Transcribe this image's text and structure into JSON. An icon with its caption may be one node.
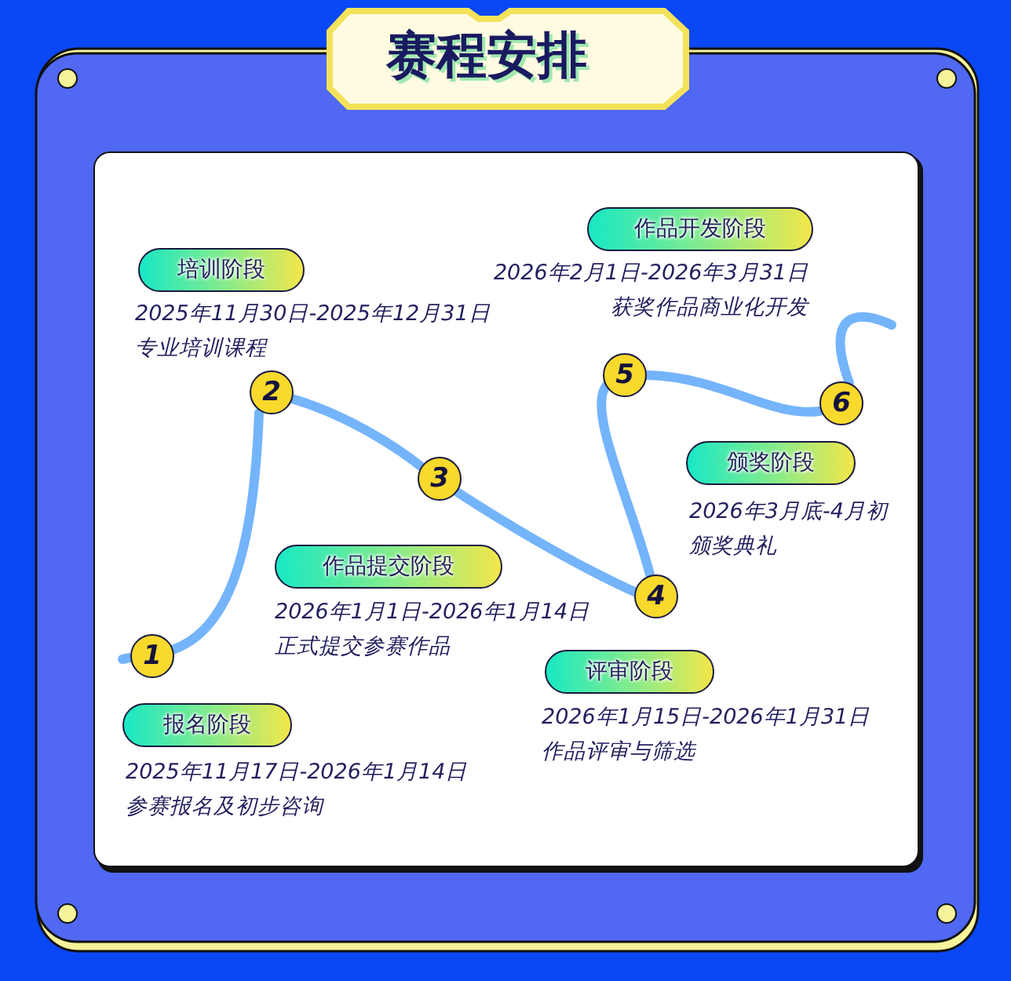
{
  "diagram": {
    "title": "赛程安排",
    "nodes": [
      {
        "text": [
          "1"
        ]
      },
      {
        "text": [
          "2"
        ]
      },
      {
        "text": [
          "3"
        ]
      },
      {
        "text": [
          "4"
        ]
      },
      {
        "text": [
          "5"
        ]
      },
      {
        "text": [
          "6"
        ]
      },
      {
        "text": [
          "报名阶段"
        ],
        "beside": [
          "2025年11月17日-2026年1月14日",
          "参赛报名及初步咨询"
        ]
      },
      {
        "text": [
          "培训阶段"
        ],
        "beside": [
          "2025年11月30日-2025年12月31日",
          "专业培训课程"
        ]
      },
      {
        "text": [
          "作品提交阶段"
        ],
        "beside": [
          "2026年1月1日-2026年1月14日",
          "正式提交参赛作品"
        ]
      },
      {
        "text": [
          "评审阶段"
        ],
        "beside": [
          "2026年1月15日-2026年1月31日",
          "作品评审与筛选"
        ]
      },
      {
        "text": [
          "作品开发阶段"
        ],
        "beside": [
          "2026年2月1日-2026年3月31日",
          "获奖作品商业化开发"
        ]
      },
      {
        "text": [
          "颁奖阶段"
        ],
        "beside": [
          "2026年3月底-4月初",
          "颁奖典礼"
        ]
      }
    ],
    "edges": [
      {
        "from": null,
        "to": 0,
        "arrow": "none"
      },
      {
        "from": 0,
        "to": 1,
        "arrow": "none"
      },
      {
        "from": 1,
        "to": 2,
        "arrow": "none"
      },
      {
        "from": 2,
        "to": 3,
        "arrow": "none"
      },
      {
        "from": 3,
        "to": 4,
        "arrow": "none"
      },
      {
        "from": 4,
        "to": 5,
        "arrow": "none"
      },
      {
        "from": 5,
        "to": null,
        "arrow": "none"
      }
    ]
  }
}
